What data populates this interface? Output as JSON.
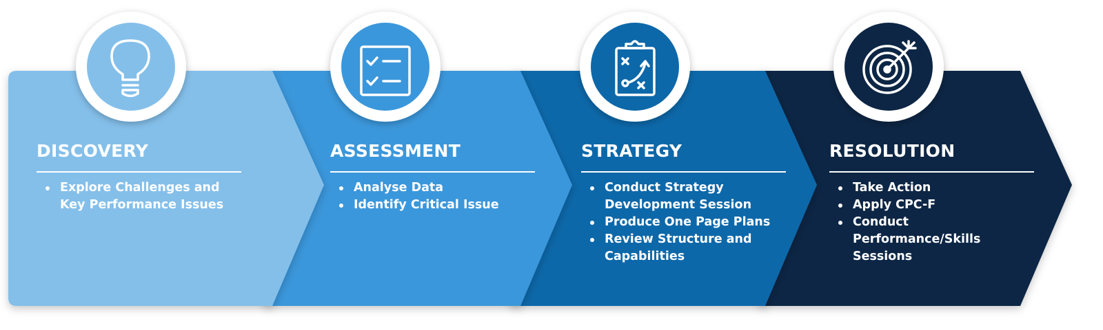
{
  "colors": {
    "stage1": "#84BFEA",
    "stage2": "#3A97DB",
    "stage3": "#0F67A9",
    "stage4": "#0C2744",
    "circle_border": "#ffffff"
  },
  "stages": [
    {
      "title": "DISCOVERY",
      "icon": "lightbulb-icon",
      "bullets": [
        "Explore Challenges and Key Performance Issues"
      ]
    },
    {
      "title": "ASSESSMENT",
      "icon": "checklist-icon",
      "bullets": [
        "Analyse Data",
        "Identify Critical Issue"
      ]
    },
    {
      "title": "STRATEGY",
      "icon": "clipboard-strategy-icon",
      "bullets": [
        "Conduct Strategy Development Session",
        "Produce One Page Plans",
        "Review Structure and Capabilities"
      ]
    },
    {
      "title": "RESOLUTION",
      "icon": "target-icon",
      "bullets": [
        "Take Action",
        "Apply CPC-F",
        "Conduct Performance/Skills Sessions"
      ]
    }
  ]
}
